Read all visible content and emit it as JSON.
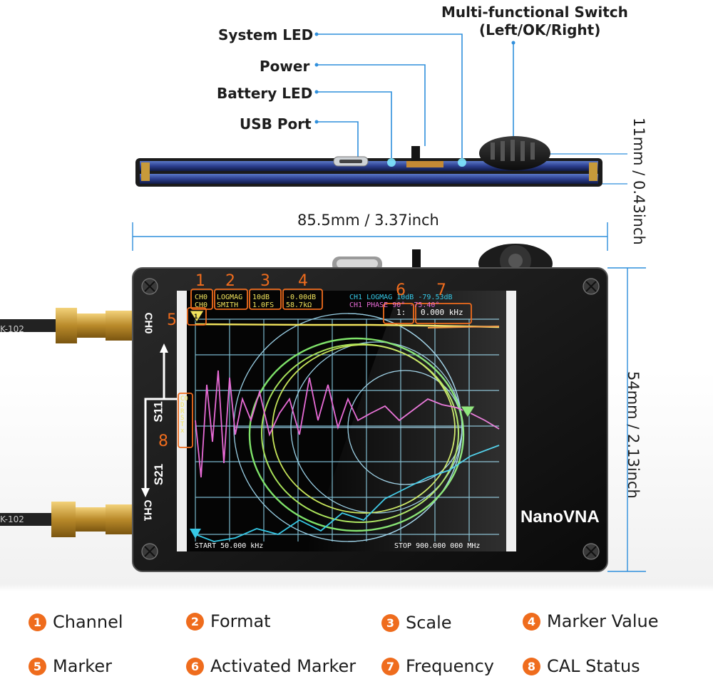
{
  "top_callouts": {
    "switch_line1": "Multi-functional Switch",
    "switch_line2": "(Left/OK/Right)",
    "system_led": "System LED",
    "power": "Power",
    "battery_led": "Battery LED",
    "usb_port": "USB Port"
  },
  "dimensions": {
    "thickness": "11mm / 0.43inch",
    "width": "85.5mm / 3.37inch",
    "height": "54mm / 2.13inch"
  },
  "device": {
    "brand": "NanoVNA",
    "port_ch0": "CH0",
    "port_ch1": "CH1",
    "path_s11": "S11",
    "path_s21": "S21",
    "cable_label_top": "K-102",
    "cable_label_bottom": "K-102"
  },
  "screen": {
    "ch0_row1": "CH0",
    "ch0_row2": "CH0",
    "format_row1": "LOGMAG",
    "format_row2": "SMITH",
    "scale_row1": "10dB",
    "scale_row2": "1.0FS",
    "value_row1": "-0.00dB",
    "value_row2": "58.7kΩ",
    "ch1_row1": "CH1",
    "ch1_format": "LOGMAG",
    "ch1_scale": "10dB",
    "ch1_value": "-79.53dB",
    "ch1_row2": "CH1",
    "ch1_phase": "PHASE",
    "ch1_phase_scale": "90°",
    "ch1_phase_value": "-75.40°",
    "marker_label": "1:",
    "marker_freq": "0.000 kHz",
    "cal_status": "C0 D R S T x",
    "start": "START 50.000 kHz",
    "stop": "STOP 900.000 000 MHz",
    "marker_num": "1"
  },
  "callout_numbers": [
    "1",
    "2",
    "3",
    "4",
    "5",
    "6",
    "7",
    "8"
  ],
  "legend": [
    {
      "num": "1",
      "label": "Channel"
    },
    {
      "num": "2",
      "label": "Format"
    },
    {
      "num": "3",
      "label": "Scale"
    },
    {
      "num": "4",
      "label": "Marker Value"
    },
    {
      "num": "5",
      "label": "Marker"
    },
    {
      "num": "6",
      "label": "Activated Marker"
    },
    {
      "num": "7",
      "label": "Frequency"
    },
    {
      "num": "8",
      "label": "CAL Status"
    }
  ],
  "colors": {
    "accent_orange": "#ef6c1d",
    "callout_line_blue": "#2f8fdc",
    "trace_yellow": "#f1e35c",
    "trace_magenta": "#e86bd6",
    "trace_cyan": "#35c8e6",
    "trace_green": "#7fe36a"
  }
}
